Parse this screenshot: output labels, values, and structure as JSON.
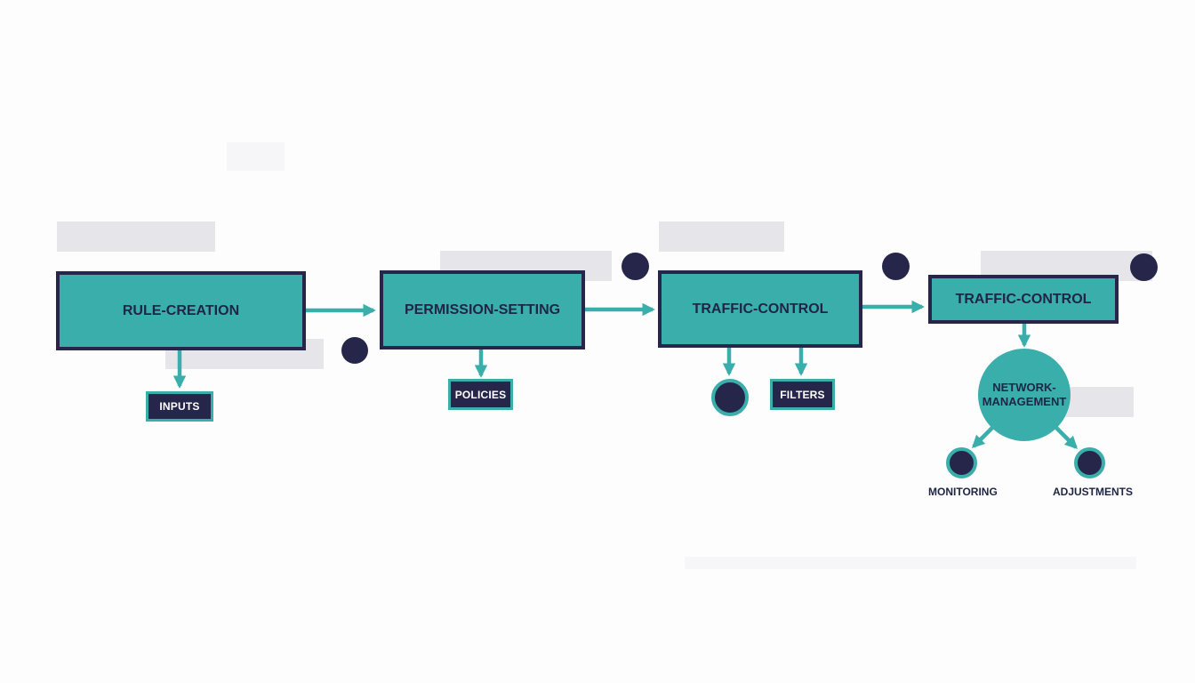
{
  "colors": {
    "teal": "#3aaeaa",
    "navy": "#26264a",
    "text": "#1f2544",
    "placeholder": "#e6e6ea"
  },
  "stages": {
    "rule_creation": "RULE-CREATION",
    "permission_setting": "PERMISSION-SETTING",
    "traffic_control_1": "TRAFFIC-CONTROL",
    "traffic_control_2": "TRAFFIC-CONTROL"
  },
  "outputs": {
    "inputs": "INPUTS",
    "policies": "POLICIES",
    "filters": "FILTERS"
  },
  "hub": {
    "line1": "NETWORK-",
    "line2": "MANAGEMENT"
  },
  "branches": {
    "monitoring": "MONITORING",
    "adjustments": "ADJUSTMENTS"
  }
}
